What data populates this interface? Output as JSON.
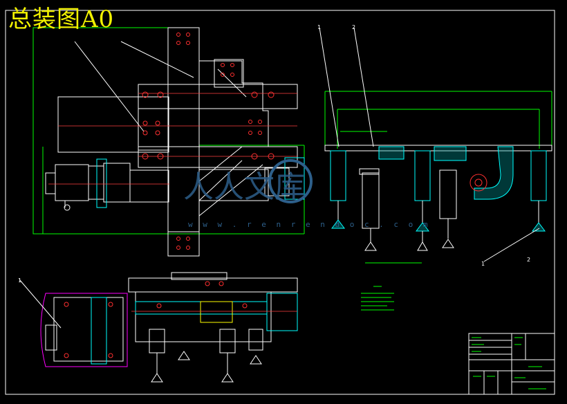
{
  "drawing": {
    "title": "总装图A0",
    "watermark_url": "w w w . r e n r e n d o c . c o m",
    "watermark_logo": "人人文库",
    "callouts": [
      "1",
      "2"
    ],
    "colors": {
      "background": "#000000",
      "frame": "#ffffff",
      "outline": "#00ff00",
      "section": "#00ffff",
      "hole": "#ff3030",
      "centerline": "#ff4040",
      "dimension": "#ffff00",
      "hidden": "#ff00ff",
      "title_text": "#f2f200",
      "watermark": "#2d5f8a"
    }
  }
}
